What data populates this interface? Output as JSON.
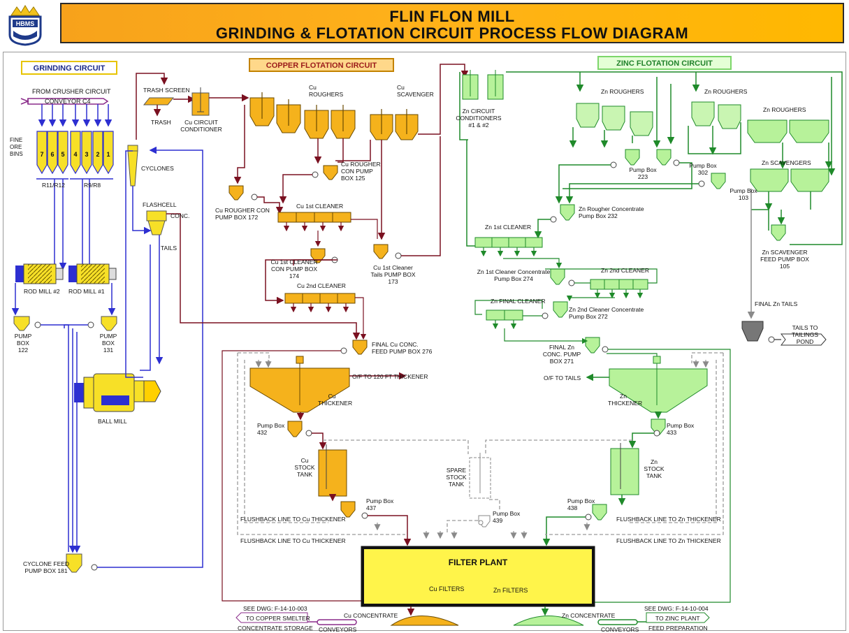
{
  "header": {
    "logo_text": "HBMS",
    "title_line1": "FLIN FLON MILL",
    "title_line2": "GRINDING & FLOTATION CIRCUIT PROCESS FLOW DIAGRAM"
  },
  "circuits": {
    "grinding": "GRINDING CIRCUIT",
    "copper": "COPPER FLOTATION CIRCUIT",
    "zinc": "ZINC FLOTATION CIRCUIT"
  },
  "colors": {
    "copper_fill": "#f5b21c",
    "copper_line": "#7a1020",
    "zinc_fill": "#b7f29a",
    "zinc_line": "#1f8a2a",
    "grinding_line": "#2d2fd1",
    "filter_plant_fill": "#fff44a",
    "grey_line": "#9a9a9a"
  },
  "grinding": {
    "from_crusher": "FROM CRUSHER CIRCUIT",
    "conveyor": "CONVEYOR C4",
    "fine_ore_bins": "FINE ORE BINS",
    "bins_left": [
      "7",
      "6",
      "5"
    ],
    "bins_right": [
      "4",
      "3",
      "2",
      "1"
    ],
    "feeders_left": "R11/R12",
    "feeders_right": "R9/R8",
    "rod_mill_2": "ROD MILL #2",
    "rod_mill_1": "ROD MILL #1",
    "pump_box_122": "PUMP BOX 122",
    "pump_box_131": "PUMP BOX 131",
    "ball_mill": "BALL MILL",
    "cyclone_feed": "CYCLONE FEED PUMP BOX 181",
    "cyclones": "CYCLONES",
    "flashcell": "FLASHCELL",
    "flash_conc": "CONC.",
    "flash_tails": "TAILS"
  },
  "copper": {
    "trash_screen": "TRASH SCREEN",
    "trash": "TRASH",
    "conditioner": "Cu CIRCUIT CONDITIONER",
    "roughers": "Cu ROUGHERS",
    "scavenger": "Cu SCAVENGER",
    "rougher_pump_125": "Cu ROUGHER CON PUMP BOX 125",
    "rougher_pump_172": "Cu ROUGHER CON PUMP BOX 172",
    "cleaner_1": "Cu 1st CLEANER",
    "cleaner_1_con": "Cu 1st CLEANER CON PUMP BOX 174",
    "cleaner_1_tails": "Cu 1st Cleaner Tails PUMP BOX 173",
    "cleaner_2": "Cu 2nd CLEANER",
    "final_conc": "FINAL Cu CONC. FEED PUMP BOX 276",
    "overflow": "O/F TO 120 FT THICKENER",
    "thickener": "Cu THICKENER",
    "pump_432": "Pump Box 432",
    "stock_tank": "Cu STOCK TANK",
    "pump_437": "Pump Box 437",
    "flushback_1": "FLUSHBACK LINE TO Cu THICKENER",
    "flushback_2": "FLUSHBACK LINE TO Cu THICKENER"
  },
  "zinc": {
    "conditioners": "Zn CIRCUIT CONDITIONERS #1 & #2",
    "roughers_a": "Zn ROUGHERS",
    "roughers_b": "Zn ROUGHERS",
    "roughers_c": "Zn ROUGHERS",
    "pump_223": "Pump Box 223",
    "pump_302": "Pump Box 302",
    "scavengers": "Zn SCAVENGERS",
    "pump_103": "Pump Box 103",
    "rougher_conc": "Zn Rougher Concentrate Pump Box 232",
    "cleaner_1": "Zn 1st CLEANER",
    "cleaner_1_conc": "Zn 1st Cleaner Concentrate Pump Box 274",
    "scav_feed": "Zn SCAVENGER FEED PUMP BOX 105",
    "cleaner_2": "Zn 2nd CLEANER",
    "final_cleaner": "Zn FINAL CLEANER",
    "cleaner_2_conc": "Zn 2nd Cleaner Concentrate Pump Box 272",
    "final_tails": "FINAL Zn TAILS",
    "tails_pond": "TAILS TO TAILINGS POND",
    "final_conc": "FINAL Zn CONC. PUMP BOX 271",
    "overflow": "O/F TO TAILS",
    "thickener": "Zn THICKENER",
    "pump_433": "Pump Box 433",
    "stock_tank": "Zn STOCK TANK",
    "pump_438": "Pump Box 438",
    "flushback_1": "FLUSHBACK LINE TO Zn THICKENER",
    "flushback_2": "FLUSHBACK LINE TO Zn THICKENER"
  },
  "shared": {
    "spare_tank": "SPARE STOCK TANK",
    "pump_439": "Pump Box 439",
    "filter_plant": "FILTER PLANT",
    "cu_filters": "Cu FILTERS",
    "zn_filters": "Zn FILTERS"
  },
  "outputs": {
    "cu_dwg": "SEE DWG: F-14-10-003",
    "cu_smelter": "TO COPPER SMELTER",
    "cu_storage": "CONCENTRATE STORAGE",
    "cu_concentrate": "Cu CONCENTRATE",
    "cu_conveyors": "CONVEYORS",
    "zn_concentrate": "Zn CONCENTRATE",
    "zn_conveyors": "CONVEYORS",
    "zn_dwg": "SEE DWG: F-14-10-004",
    "zn_plant": "TO ZINC PLANT",
    "zn_feed": "FEED PREPARATION"
  }
}
